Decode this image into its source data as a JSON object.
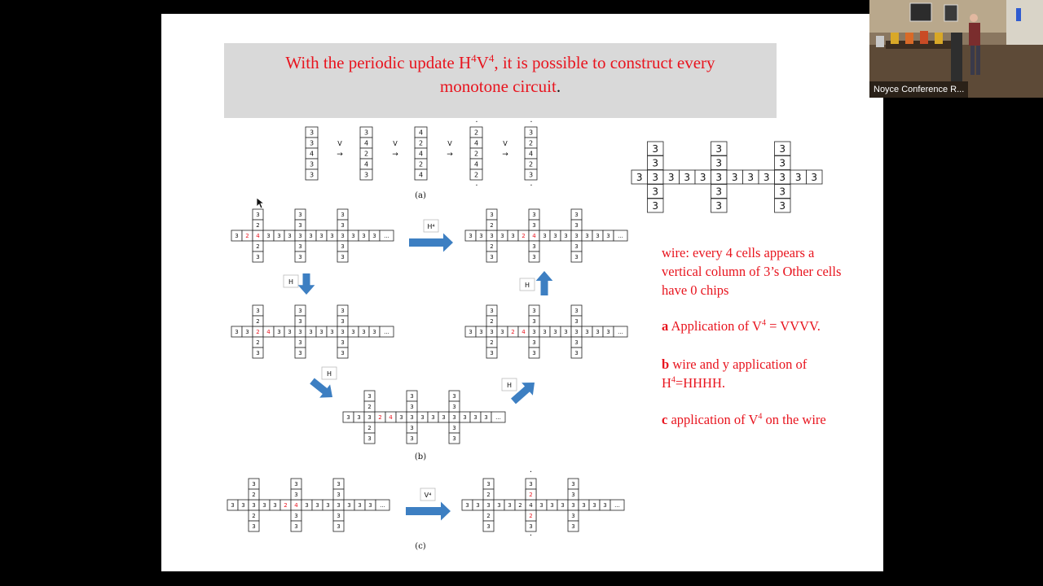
{
  "slide": {
    "title": {
      "text_a": "With the periodic update H",
      "sup_1": "4",
      "text_b": "V",
      "sup_2": "4",
      "text_c": ", it is possible to construct every",
      "line2": "monotone circuit",
      "line2_end": "."
    },
    "caption_a": "(a)",
    "caption_b": "(b)",
    "caption_c": "(c)",
    "label_v": "V",
    "label_h": "H",
    "label_h4": "H⁴",
    "label_v4": "V⁴",
    "ellipsis": "...",
    "notes": {
      "wire": "wire: every 4 cells appears a vertical column of 3’s Other cells have 0 chips",
      "a_key": "a",
      "a_text_1": " Application of V",
      "a_sup": "4",
      "a_text_2": " = VVVV.",
      "b_key": "b",
      "b_text_1": " wire and y application of H",
      "b_sup": "4",
      "b_text_2": "=HHHH.",
      "c_key": "c",
      "c_text_1": " application of V",
      "c_sup": "4",
      "c_text_2": " on the wire"
    }
  },
  "figure_a": {
    "columns": [
      [
        "3",
        "3",
        "4",
        "3",
        "3"
      ],
      [
        "3",
        "4",
        "2",
        "4",
        "3"
      ],
      [
        "4",
        "2",
        "4",
        "2",
        "4"
      ],
      [
        "2",
        "4",
        "2",
        "4",
        "2"
      ],
      [
        "3",
        "2",
        "4",
        "2",
        "3"
      ]
    ]
  },
  "wire_diagram": {
    "row": [
      "3",
      "3",
      "3",
      "3",
      "3",
      "3",
      "3",
      "3",
      "3",
      "3",
      "3",
      "3"
    ],
    "columns": [
      [
        "3",
        "3",
        "3",
        "3"
      ],
      [
        "3",
        "3",
        "3",
        "3"
      ],
      [
        "3",
        "3",
        "3",
        "3"
      ]
    ]
  },
  "video": {
    "label": "Noyce Conference R..."
  },
  "colors": {
    "accent_red": "#e8141e",
    "arrow_blue": "#3d7fc2",
    "title_bg": "#d9d9d9"
  }
}
